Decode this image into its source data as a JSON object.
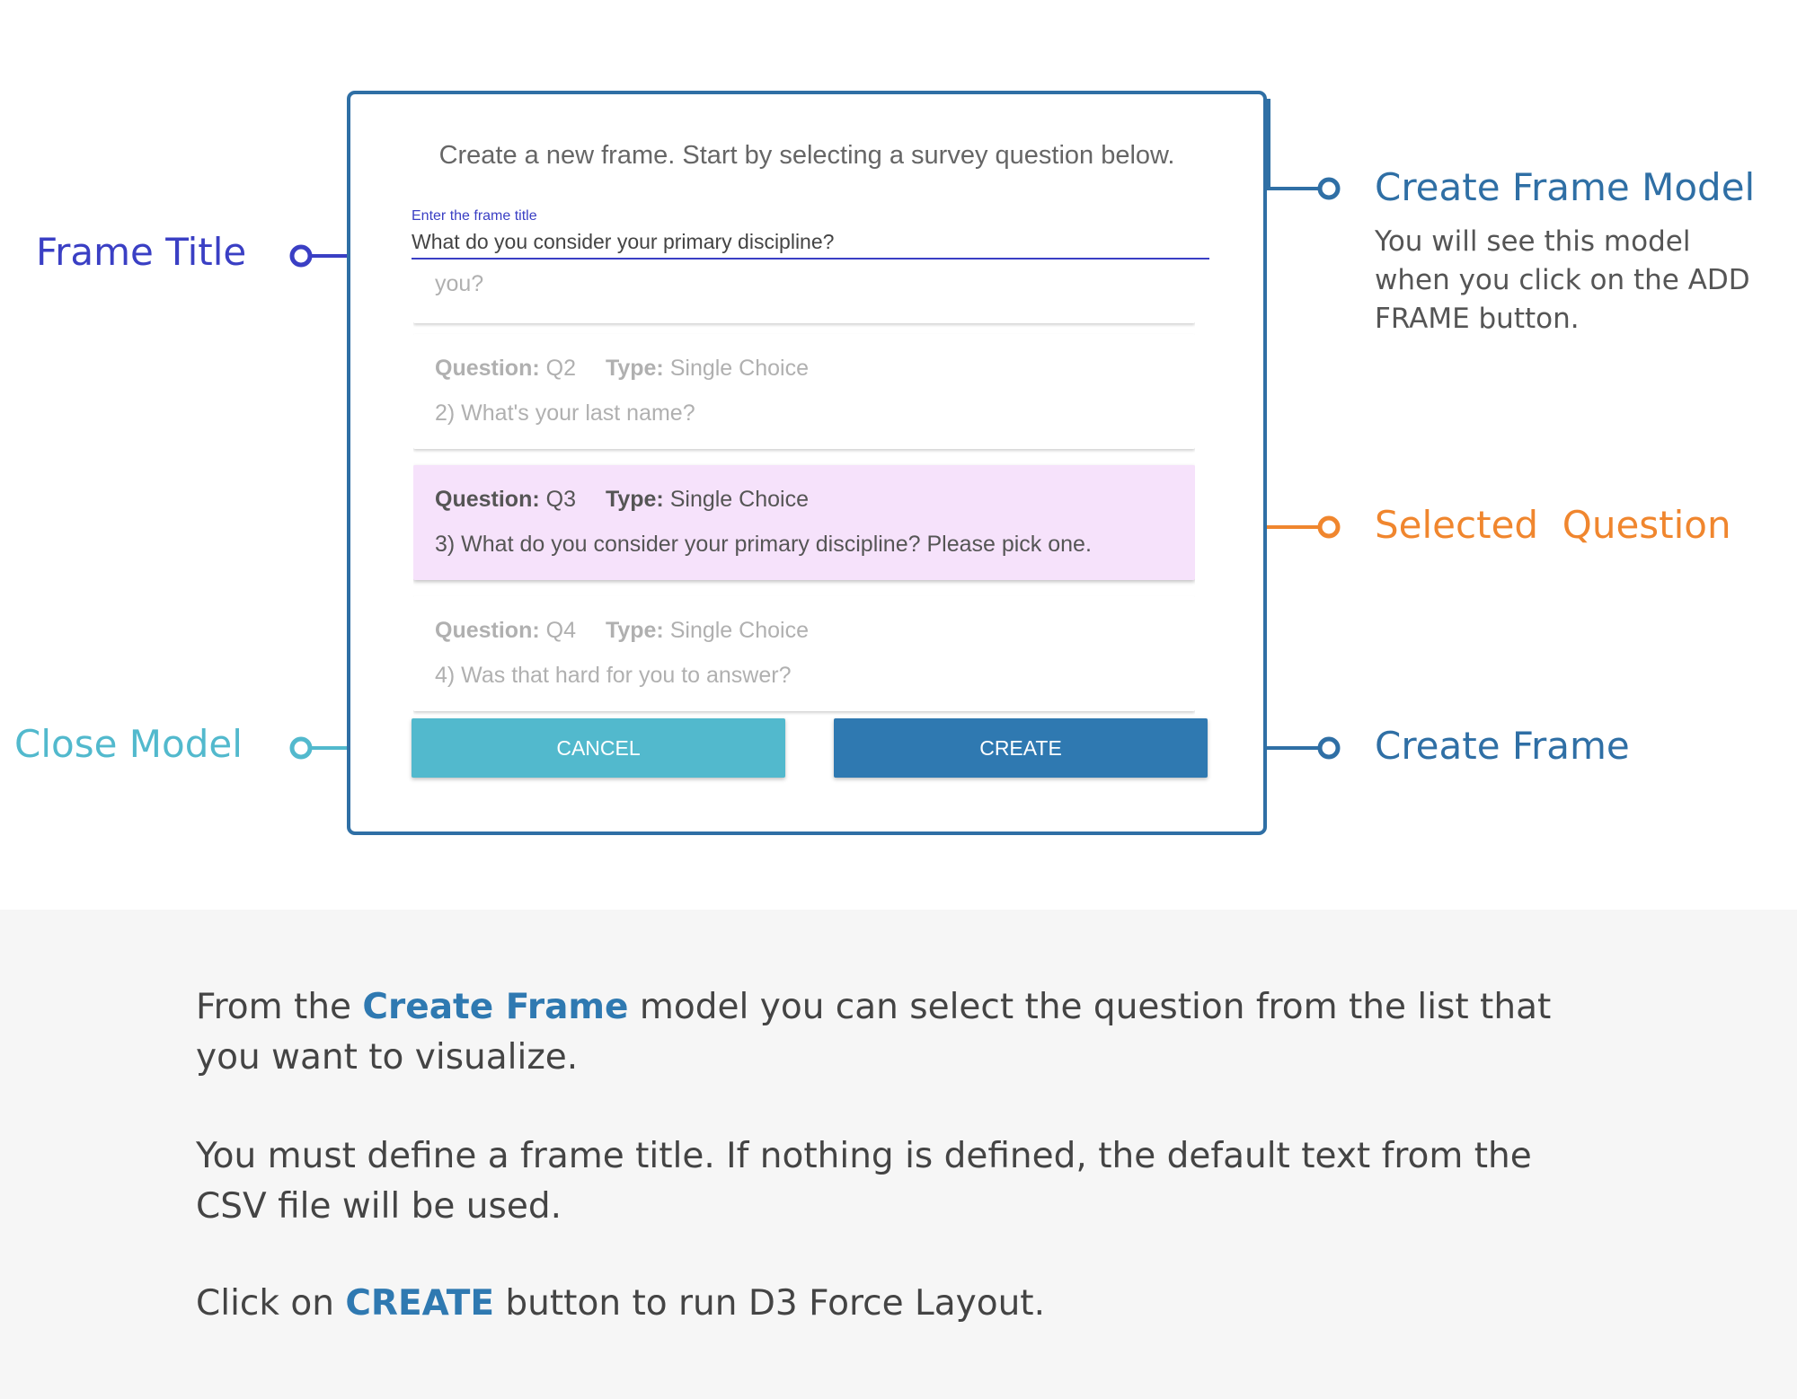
{
  "modal": {
    "intro": "Create a new frame. Start by selecting a survey question below.",
    "title_label": "Enter the frame title",
    "title_value": "What do you consider your primary discipline?",
    "questions": [
      {
        "partial_text": "you?"
      },
      {
        "question_label": "Question:",
        "question_id": "Q2",
        "type_label": "Type:",
        "type_value": "Single Choice",
        "text": "2) What's your last name?",
        "selected": false
      },
      {
        "question_label": "Question:",
        "question_id": "Q3",
        "type_label": "Type:",
        "type_value": "Single Choice",
        "text": "3) What do you consider your primary discipline?  Please pick one.",
        "selected": true
      },
      {
        "question_label": "Question:",
        "question_id": "Q4",
        "type_label": "Type:",
        "type_value": "Single Choice",
        "text": "4) Was that hard for you to answer?",
        "selected": false
      }
    ],
    "cancel_label": "CANCEL",
    "create_label": "CREATE"
  },
  "callouts": {
    "frame_title": "Frame Title",
    "close_model": "Close Model",
    "create_frame_model": "Create Frame Model",
    "create_frame_model_desc": "You will see this model when you click on the ADD FRAME button.",
    "selected_question": "Selected  Question",
    "create_frame": "Create Frame"
  },
  "description": {
    "p1_before": "From the ",
    "p1_highlight": "Create Frame",
    "p1_after": " model you can select the question from the list that you want to visualize.",
    "p2": "You must define a frame title. If nothing is defined, the default text from the CSV file will be used.",
    "p3_before": "Click on ",
    "p3_highlight": "CREATE",
    "p3_after": " button to run D3 Force Layout."
  },
  "colors": {
    "frame_title": "#3a3fc4",
    "close_model": "#52b9cd",
    "create_frame": "#2f6fa5",
    "selected_question": "#f0862e",
    "selected_card_bg": "#f6e2fb"
  }
}
